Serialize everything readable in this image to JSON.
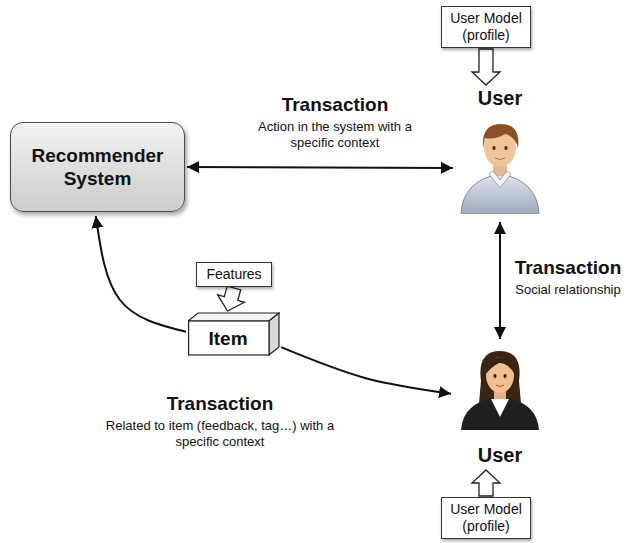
{
  "diagram": {
    "nodes": [
      {
        "text": [
          "User Model (profile)"
        ]
      },
      {
        "text": [
          "Recommender System"
        ]
      },
      {
        "text": [
          "User"
        ]
      },
      {
        "text": [
          "Features"
        ]
      },
      {
        "text": [
          "Item"
        ]
      },
      {
        "text": [
          "User"
        ]
      },
      {
        "text": [
          "User Model (profile)"
        ]
      }
    ],
    "edges": [
      {
        "from": 1,
        "to": 2,
        "label": "Transaction",
        "arrow": "both"
      },
      {
        "from": 2,
        "to": 5,
        "label": "Transaction",
        "arrow": "both"
      },
      {
        "from": 4,
        "to": 1,
        "arrow": "to"
      },
      {
        "from": 4,
        "to": 5,
        "label": "Transaction",
        "arrow": "to"
      },
      {
        "from": 0,
        "to": 2,
        "arrow": "to"
      },
      {
        "from": 3,
        "to": 4,
        "arrow": "to"
      },
      {
        "from": 6,
        "to": 5,
        "arrow": "to"
      }
    ],
    "labels": [
      "Action in the system with a specific context",
      "Social relationship",
      "Related to item (feedback, tag…) with a specific context"
    ]
  }
}
